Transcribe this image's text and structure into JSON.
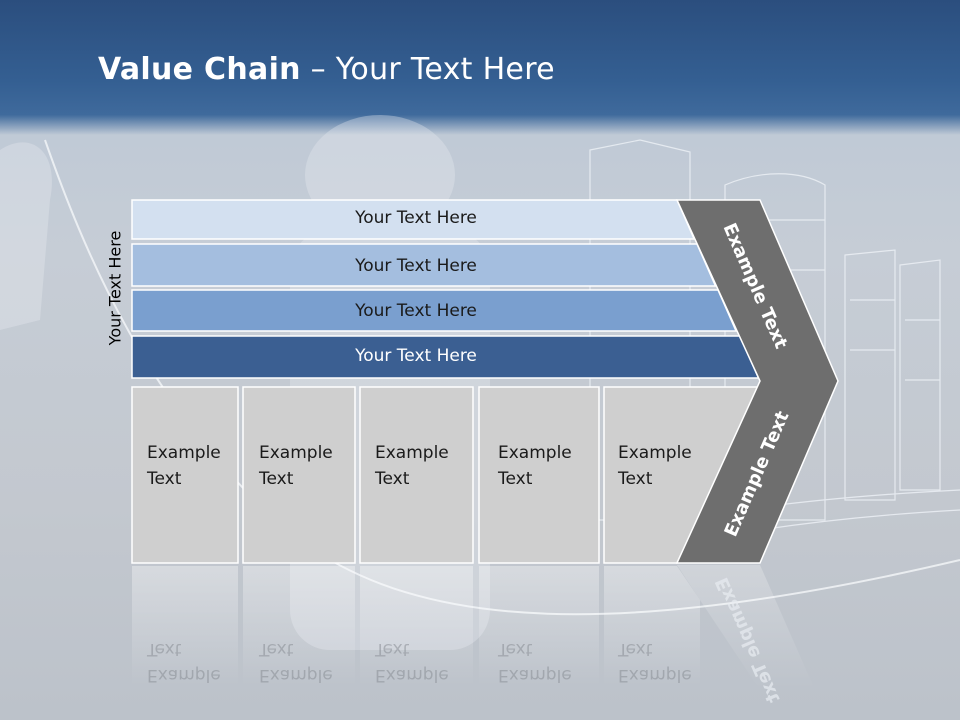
{
  "title": {
    "bold": "Value Chain",
    "rest": " – Your Text Here"
  },
  "side_label": "Your Text Here",
  "rows": [
    {
      "label": "Your Text Here",
      "color": "#d3e0f0"
    },
    {
      "label": "Your Text Here",
      "color": "#a4bedf"
    },
    {
      "label": "Your Text Here",
      "color": "#7a9fcf"
    },
    {
      "label": "Your Text Here",
      "color": "#3b5f92"
    }
  ],
  "boxes": [
    {
      "line1": "Example",
      "line2": "Text"
    },
    {
      "line1": "Example",
      "line2": "Text"
    },
    {
      "line1": "Example",
      "line2": "Text"
    },
    {
      "line1": "Example",
      "line2": "Text"
    },
    {
      "line1": "Example",
      "line2": "Text"
    }
  ],
  "chevron": {
    "top": "Example Text",
    "bottom": "Example Text",
    "color": "#6e6e6e"
  },
  "colors": {
    "header": "#2f5588",
    "box": "#cfcfcf"
  }
}
